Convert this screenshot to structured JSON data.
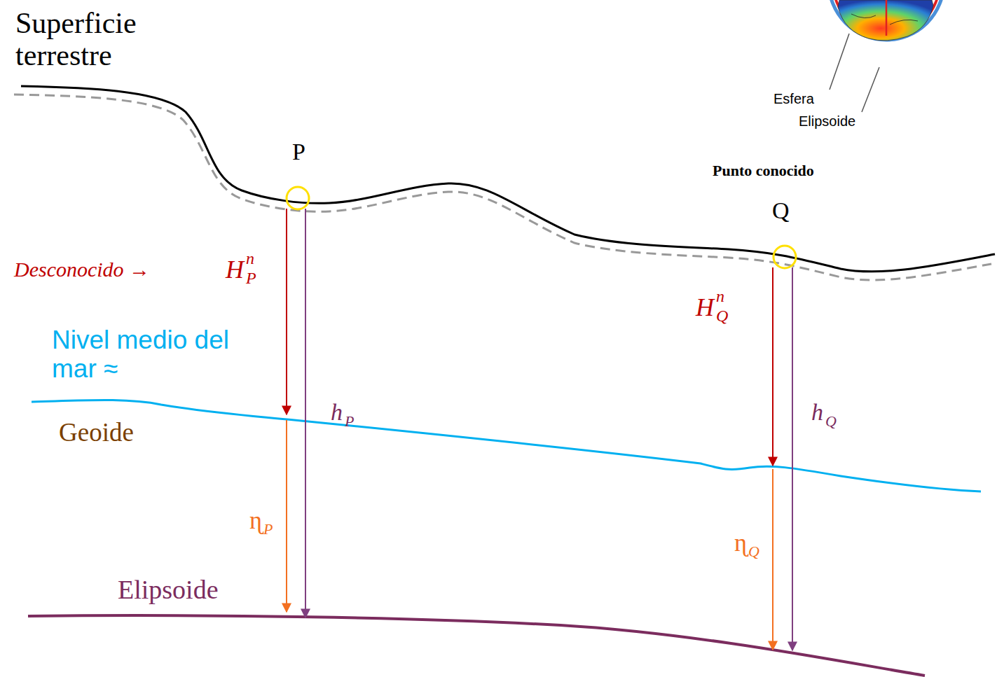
{
  "diagram": {
    "labels": [
      "Superficie terrestre",
      "P",
      "Punto conocido",
      "Q",
      "Desconocido →",
      "H",
      "n",
      "P",
      "H",
      "n",
      "Q",
      "Nivel medio del mar ≈",
      "Geoide",
      "h",
      "P",
      "h",
      "Q",
      "ɳ",
      "P",
      "ɳ",
      "Q",
      "Elipsoide",
      "Esfera",
      "Elipsoide"
    ]
  }
}
